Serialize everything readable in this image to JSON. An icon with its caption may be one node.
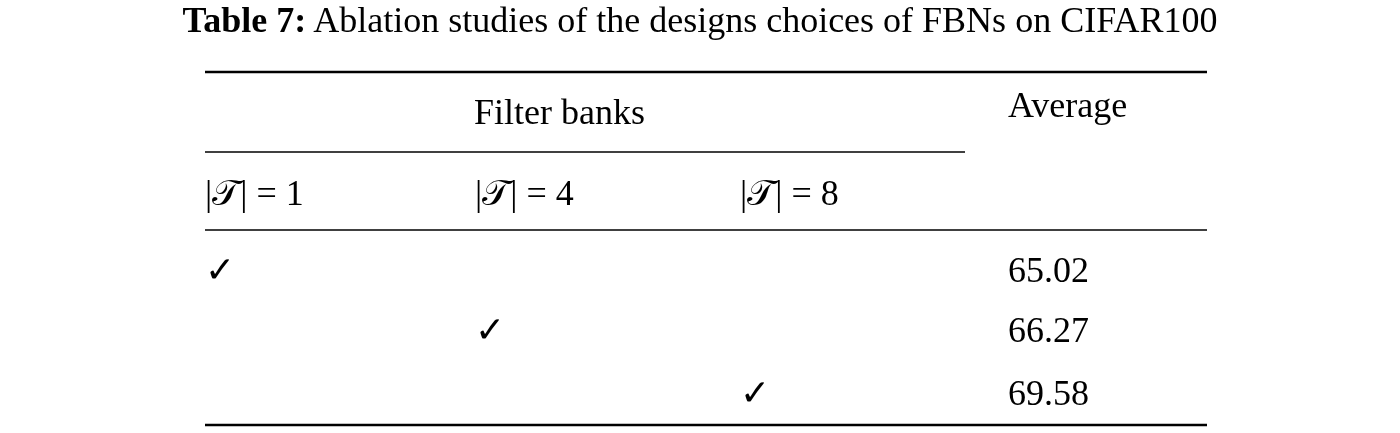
{
  "diagram": {
    "title": "**Table 7:** Ablation studies of the designs choices of FBNs on CIFAR100",
    "labels": [
      "Filter banks",
      "Average",
      "|𝒯| = 1",
      "|𝒯| = 4",
      "|𝒯| = 8",
      "✓",
      "65.02",
      "✓",
      "66.27",
      "✓",
      "69.58"
    ]
  }
}
